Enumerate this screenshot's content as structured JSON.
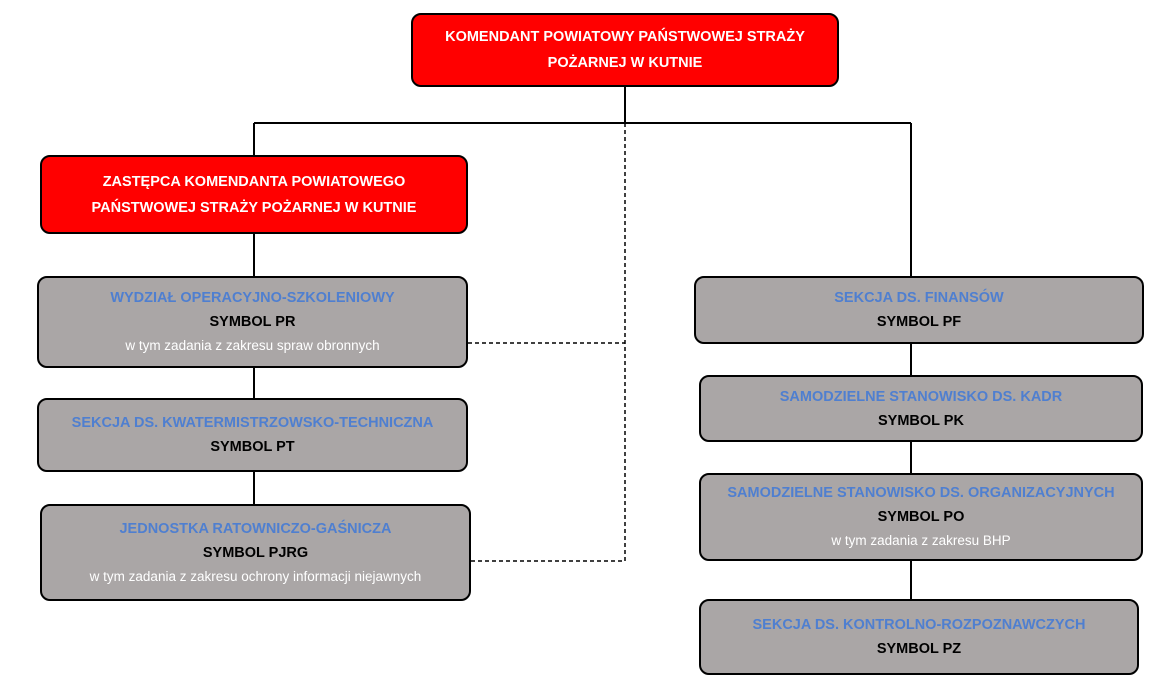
{
  "commander": {
    "line1": "KOMENDANT POWIATOWY PAŃSTWOWEJ STRAŻY",
    "line2": "POŻARNEJ W KUTNIE"
  },
  "deputy": {
    "line1": "ZASTĘPCA KOMENDANTA POWIATOWEGO",
    "line2": "PAŃSTWOWEJ STRAŻY POŻARNEJ W KUTNIE"
  },
  "units": {
    "pr": {
      "title": "WYDZIAŁ OPERACYJNO-SZKOLENIOWY",
      "symbol": "SYMBOL PR",
      "note": "w tym zadania z zakresu spraw obronnych"
    },
    "pt": {
      "title": "SEKCJA DS. KWATERMISTRZOWSKO-TECHNICZNA",
      "symbol": "SYMBOL PT"
    },
    "pjrg": {
      "title": "JEDNOSTKA RATOWNICZO-GAŚNICZA",
      "symbol": "SYMBOL PJRG",
      "note": "w tym zadania z zakresu ochrony informacji niejawnych"
    },
    "pf": {
      "title": "SEKCJA DS. FINANSÓW",
      "symbol": "SYMBOL PF"
    },
    "pk": {
      "title": "SAMODZIELNE STANOWISKO DS. KADR",
      "symbol": "SYMBOL PK"
    },
    "po": {
      "title": "SAMODZIELNE STANOWISKO DS. ORGANIZACYJNYCH",
      "symbol": "SYMBOL PO",
      "note": "w tym zadania z zakresu BHP"
    },
    "pz": {
      "title": "SEKCJA DS. KONTROLNO-ROZPOZNAWCZYCH",
      "symbol": "SYMBOL PZ"
    }
  },
  "colors": {
    "leadership_fill": "#ff0000",
    "unit_fill": "#aaa6a6",
    "unit_title": "#4f7fd0",
    "line": "#000000"
  }
}
